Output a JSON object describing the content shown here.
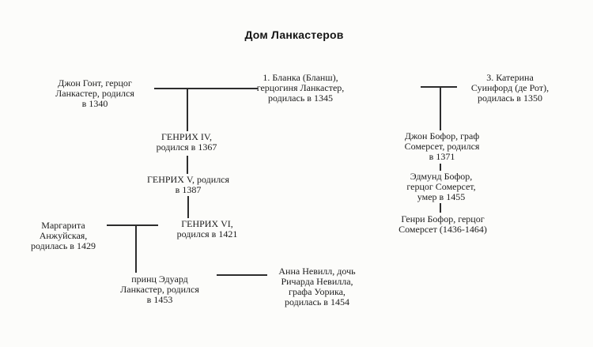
{
  "title": "Дом Ланкастеров",
  "colors": {
    "background": "#fcfcfa",
    "ink": "#1c1c1c",
    "line": "#2d2d2d"
  },
  "nodes": {
    "john_gaunt": {
      "lines": [
        "Джон Гонт, герцог",
        "Ланкастер, родился",
        "в 1340"
      ]
    },
    "blanka": {
      "lines": [
        "1. Бланка (Бланш),",
        "герцогиня Ланкастер,",
        "родилась в 1345"
      ]
    },
    "katerina": {
      "lines": [
        "3. Катерина",
        "Суинфорд (де Рот),",
        "родилась в 1350"
      ]
    },
    "henry4": {
      "lines": [
        "ГЕНРИХ IV,",
        "родился в 1367"
      ]
    },
    "henry5": {
      "lines": [
        "ГЕНРИХ V, родился",
        "в 1387"
      ]
    },
    "henry6": {
      "lines": [
        "ГЕНРИХ VI,",
        "родился в 1421"
      ]
    },
    "margarita": {
      "lines": [
        "Маргарита",
        "Анжуйская,",
        "родилась в 1429"
      ]
    },
    "edward": {
      "lines": [
        "принц Эдуард",
        "Ланкастер, родился",
        "в 1453"
      ]
    },
    "anna": {
      "lines": [
        "Анна Невилл, дочь",
        "Ричарда Невилла,",
        "графа Уорика,",
        "родилась в 1454"
      ]
    },
    "john_beaufort": {
      "lines": [
        "Джон Бофор, граф",
        "Сомерсет, родился",
        "в 1371"
      ]
    },
    "edmund_beaufort": {
      "lines": [
        "Эдмунд Бофор,",
        "герцог Сомерсет,",
        "умер в 1455"
      ]
    },
    "henry_beaufort": {
      "lines": [
        "Генри Бофор, герцог",
        "Сомерсет (1436-1464)"
      ]
    }
  }
}
